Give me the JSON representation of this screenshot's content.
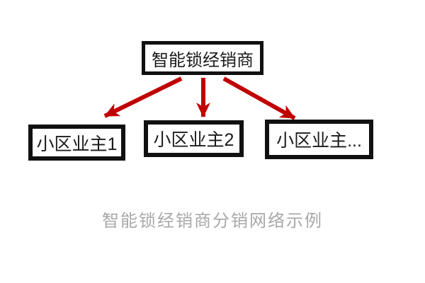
{
  "diagram": {
    "arrow_color": "#c00000",
    "border_color": "#111111",
    "root": {
      "id": "distributor",
      "label": "智能锁经销商"
    },
    "children": [
      {
        "id": "owner1",
        "label": "小区业主1"
      },
      {
        "id": "owner2",
        "label": "小区业主2"
      },
      {
        "id": "owner3",
        "label": "小区业主..."
      }
    ],
    "edges": [
      {
        "from": "distributor",
        "to": "owner1"
      },
      {
        "from": "distributor",
        "to": "owner2"
      },
      {
        "from": "distributor",
        "to": "owner3"
      }
    ]
  },
  "caption": {
    "text": "智能锁经销商分销网络示例",
    "color": "#a8a8a8"
  }
}
